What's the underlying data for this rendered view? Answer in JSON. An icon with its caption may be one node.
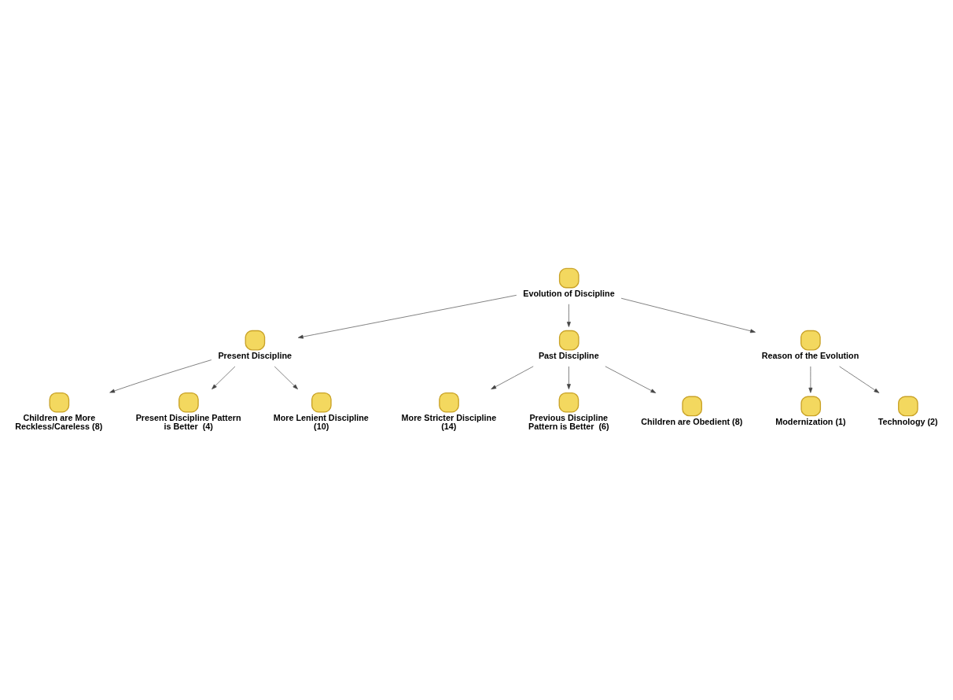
{
  "diagram": {
    "nodes": [
      {
        "text": [
          "Children are More Reckless/Careless (8)"
        ]
      },
      {
        "text": [
          "Present Discipline Pattern is Better  (4)"
        ]
      },
      {
        "text": [
          "More Lenient Discipline (10)"
        ]
      },
      {
        "text": [
          "Present Discipline"
        ]
      },
      {
        "text": [
          "Evolution of Discipline"
        ]
      },
      {
        "text": [
          "Past Discipline"
        ]
      },
      {
        "text": [
          "Reason of the Evolution"
        ]
      },
      {
        "text": [
          "More Stricter Discipline (14)"
        ]
      },
      {
        "text": [
          "Previous Discipline Pattern is Better  (6)"
        ]
      },
      {
        "text": [
          "Children are Obedient (8)"
        ]
      },
      {
        "text": [
          "Modernization (1)"
        ]
      },
      {
        "text": [
          "Technology (2)"
        ]
      }
    ],
    "edges": [
      {
        "from": 3,
        "to": 2,
        "arrow": "to"
      },
      {
        "from": 3,
        "to": 0,
        "arrow": "to"
      },
      {
        "from": 3,
        "to": 1,
        "arrow": "to"
      },
      {
        "from": 4,
        "to": 3,
        "arrow": "to"
      },
      {
        "from": 4,
        "to": 5,
        "arrow": "to"
      },
      {
        "from": 4,
        "to": 6,
        "arrow": "to"
      },
      {
        "from": 5,
        "to": 7,
        "arrow": "to"
      },
      {
        "from": 5,
        "to": 9,
        "arrow": "to"
      },
      {
        "from": 5,
        "to": 8,
        "arrow": "to"
      },
      {
        "from": 6,
        "to": 10,
        "arrow": "to"
      },
      {
        "from": 6,
        "to": 11,
        "arrow": "to"
      }
    ]
  }
}
